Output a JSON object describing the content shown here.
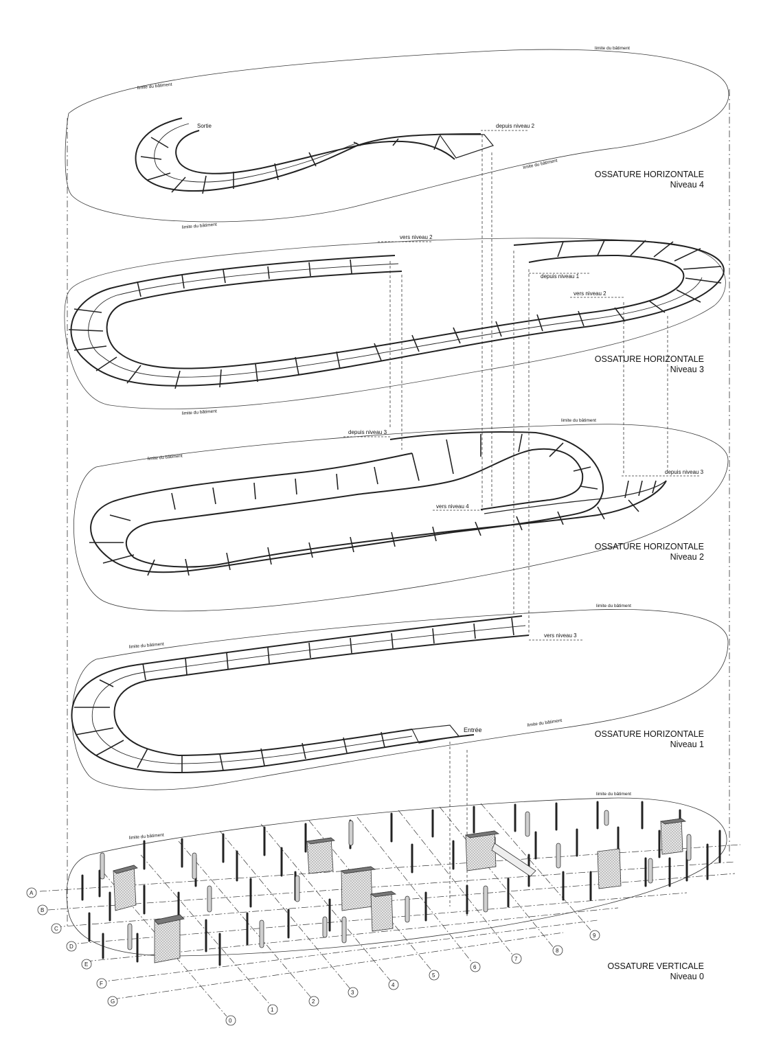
{
  "diagram": {
    "levels": [
      {
        "id": "niveau4",
        "title": "OSSATURE HORIZONTALE",
        "subtitle": "Niveau 4"
      },
      {
        "id": "niveau3",
        "title": "OSSATURE HORIZONTALE",
        "subtitle": "Niveau 3"
      },
      {
        "id": "niveau2",
        "title": "OSSATURE HORIZONTALE",
        "subtitle": "Niveau 2"
      },
      {
        "id": "niveau1",
        "title": "OSSATURE HORIZONTALE",
        "subtitle": "Niveau 1"
      },
      {
        "id": "niveau0",
        "title": "OSSATURE VERTICALE",
        "subtitle": "Niveau 0"
      }
    ],
    "labels": {
      "limite": "limite du bâtiment",
      "sortie": "Sortie",
      "entree": "Entrée",
      "depuis_niveau_1": "depuis niveau 1",
      "depuis_niveau_2": "depuis niveau 2",
      "depuis_niveau_3": "depuis niveau 3",
      "vers_niveau_2": "vers niveau 2",
      "vers_niveau_3": "vers niveau 3",
      "vers_niveau_4": "vers niveau 4"
    },
    "grid_rows": [
      "A",
      "B",
      "C",
      "D",
      "E",
      "F",
      "G"
    ],
    "grid_columns": [
      "0",
      "1",
      "2",
      "3",
      "4",
      "5",
      "6",
      "7",
      "8",
      "9"
    ]
  }
}
